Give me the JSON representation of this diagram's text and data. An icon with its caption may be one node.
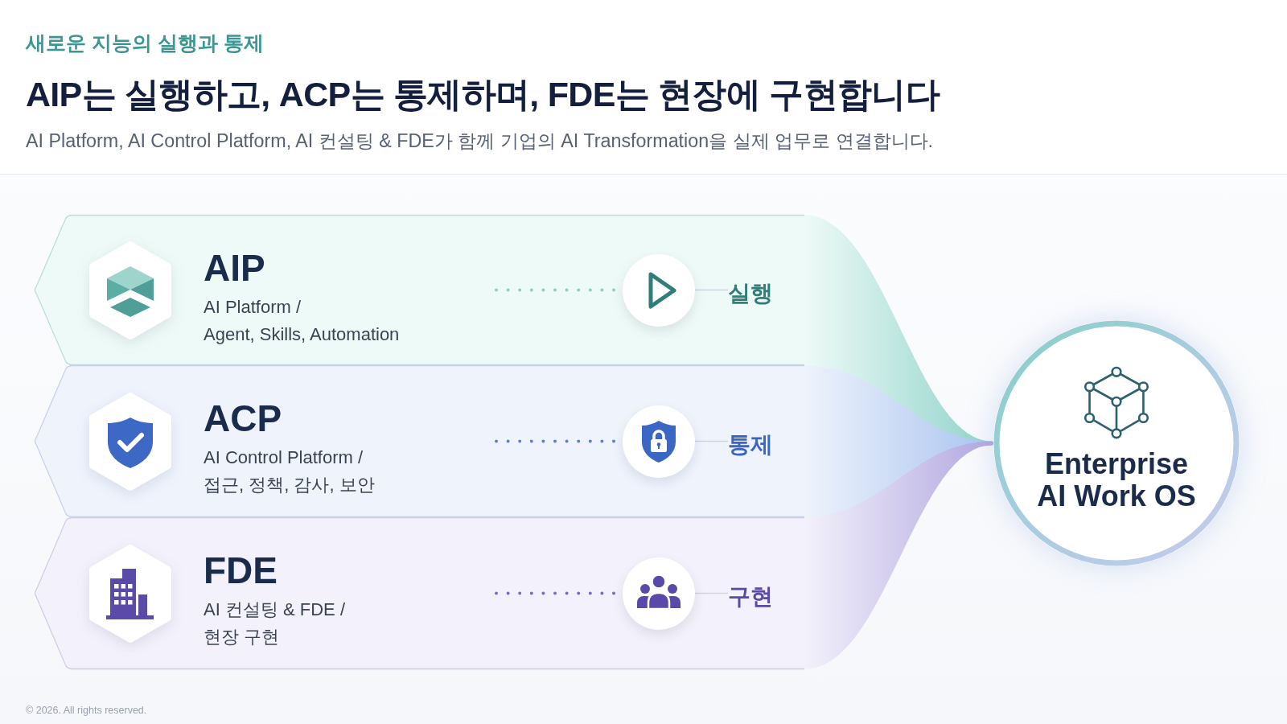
{
  "diagram": {
    "title": "AIP는 실행하고, ACP는 통제하며, FDE는 현장에 구현합니다",
    "nodes": [
      {
        "text": [
          "AIP",
          "AI Platform /",
          "Agent, Skills, Automation"
        ]
      },
      {
        "text": [],
        "shape": "circle",
        "in": 0
      },
      {
        "text": [
          "실행"
        ],
        "in": 0
      },
      {
        "text": [
          "ACP",
          "AI Control Platform /",
          "접근, 정책, 감사, 보안"
        ]
      },
      {
        "text": [],
        "shape": "circle",
        "in": 3
      },
      {
        "text": [
          "통제"
        ],
        "in": 3
      },
      {
        "text": [
          "FDE",
          "AI 컨설팅 & FDE /",
          "현장 구현"
        ]
      },
      {
        "text": [],
        "shape": "circle",
        "in": 6
      },
      {
        "text": [
          "구현"
        ],
        "in": 6
      },
      {
        "text": [
          "Enterprise AI Work OS"
        ]
      }
    ],
    "edges": [
      {
        "from": null,
        "to": 1,
        "arrow": "none",
        "style": "dashed",
        "color": "#8ccfbd"
      },
      {
        "from": 1,
        "to": 2,
        "arrow": "none"
      },
      {
        "from": null,
        "to": 4,
        "arrow": "none",
        "style": "dashed",
        "color": "#5a80cf"
      },
      {
        "from": 4,
        "to": 5,
        "arrow": "none"
      },
      {
        "from": null,
        "to": 7,
        "arrow": "none",
        "style": "dashed",
        "color": "#7b6bc3"
      },
      {
        "from": 7,
        "to": 8,
        "arrow": "none"
      },
      {
        "from": 0,
        "to": 9,
        "arrow": "none",
        "style": "thick",
        "color": "#8fd3ca"
      },
      {
        "from": 3,
        "to": 9,
        "arrow": "none",
        "style": "thick",
        "color": "#a9c3ef"
      },
      {
        "from": 6,
        "to": 9,
        "arrow": "none",
        "style": "thick",
        "color": "#b1a6e0"
      }
    ],
    "labels": [
      "새로운 지능의 실행과 통제",
      "AI Platform, AI Control Platform, AI 컨설팅 & FDE가 함께 기업의 AI Transformation을 실제 업무로 연결합니다.",
      "© 2026. All rights reserved."
    ]
  }
}
